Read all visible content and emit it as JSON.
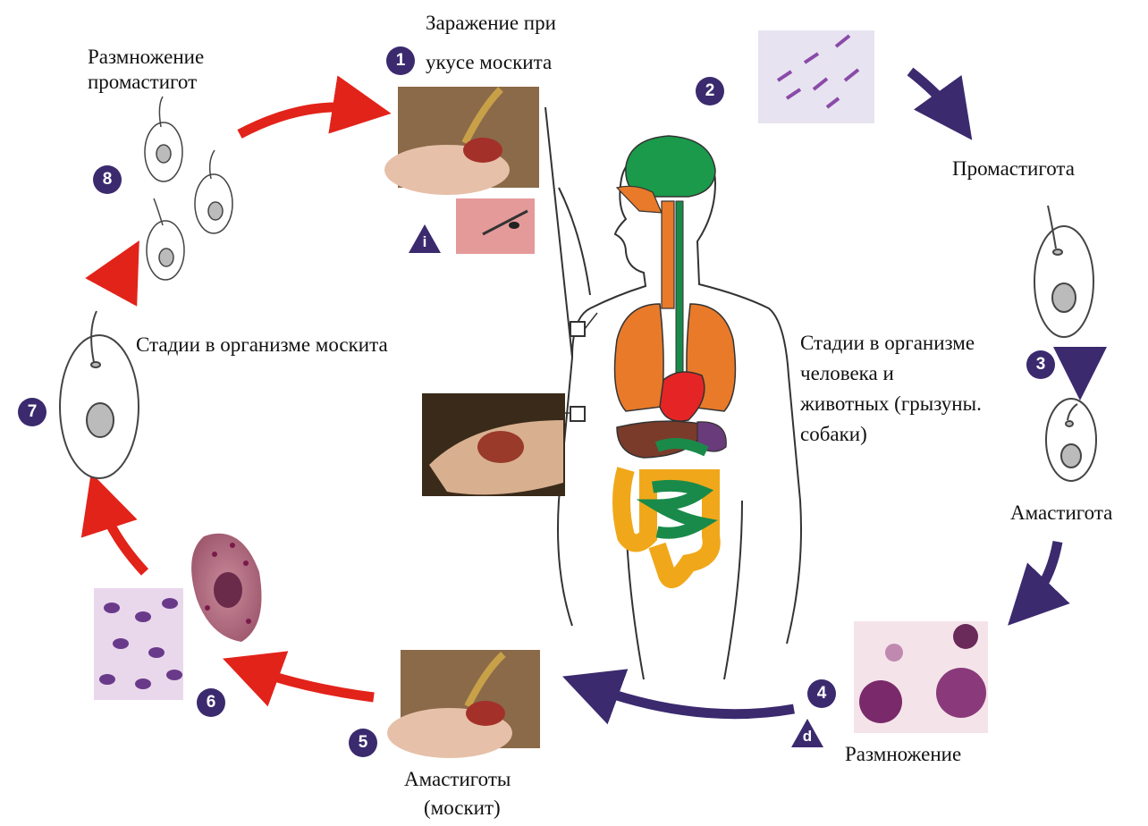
{
  "labels": {
    "promastigote_multiplication": "Размножение\nпромастигот",
    "infection_bite_line1": "Заражение при",
    "infection_bite_line2": "укусе москита",
    "promastigote": "Промастигота",
    "stages_in_sandfly": "Стадии в организме москита",
    "stages_in_human_l1": "Стадии в организме",
    "stages_in_human_l2": "человека и",
    "stages_in_human_l3": "животных (грызуны.",
    "stages_in_human_l4": "собаки)",
    "amastigote": "Амастигота",
    "multiplication": "Размножение",
    "amastigotes_sandfly_l1": "Амастиготы",
    "amastigotes_sandfly_l2": "(москит)"
  },
  "step_numbers": [
    "1",
    "2",
    "3",
    "4",
    "5",
    "6",
    "7",
    "8"
  ],
  "stage_markers": {
    "infective": "i",
    "diagnostic": "d"
  },
  "colors": {
    "human_stage_arrow": "#3b2a6e",
    "sandfly_stage_arrow": "#e2231a",
    "step_badge": "#3b2a6e",
    "brain": "#1a9a4a",
    "lungs": "#e87a2a",
    "heart": "#e52525",
    "liver": "#7a3b2a",
    "small_intestine": "#1a8a4a",
    "large_intestine": "#f0a81a"
  }
}
